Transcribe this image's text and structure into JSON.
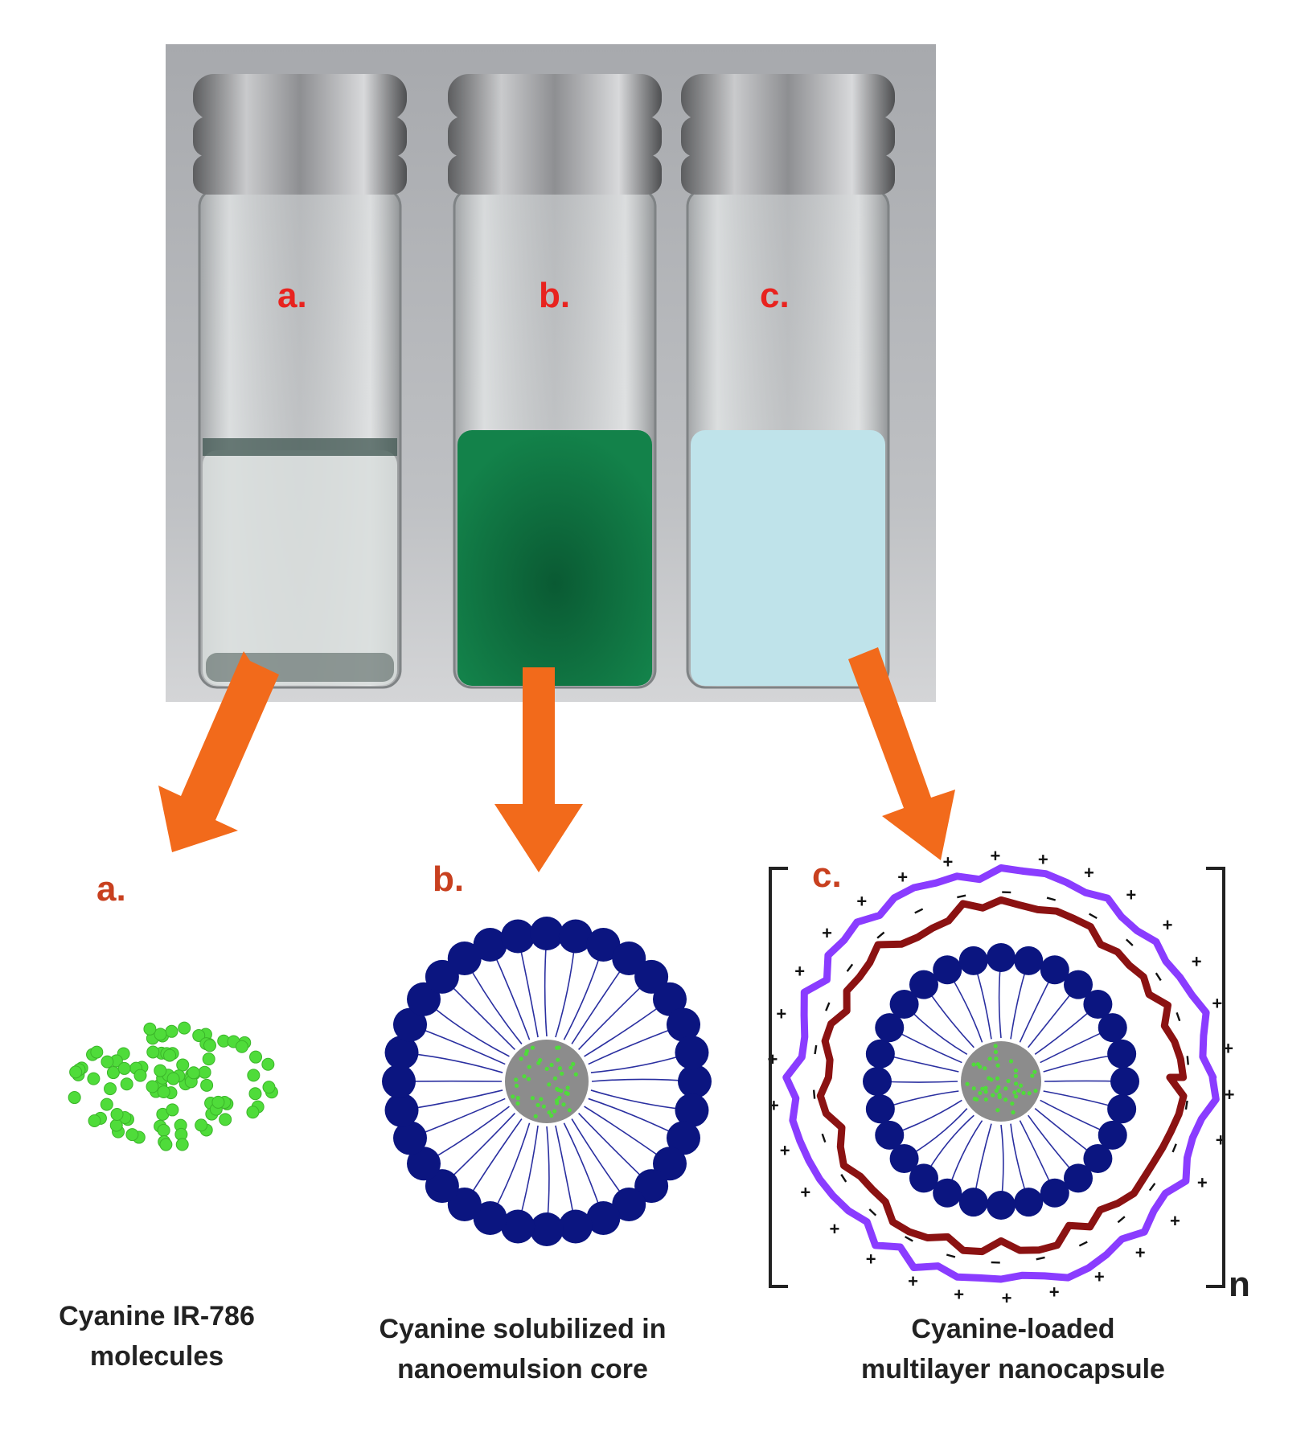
{
  "photo": {
    "vial_labels": [
      "a.",
      "b.",
      "c."
    ],
    "liquid_colors": {
      "a": "#d9dedd",
      "b": "#0f7a45",
      "c": "#bfe3ea"
    },
    "label_color": "#e8231f"
  },
  "arrows": {
    "color": "#f26a1b"
  },
  "panels": [
    {
      "label": "a.",
      "caption_lines": [
        "Cyanine IR-786",
        "molecules"
      ]
    },
    {
      "label": "b.",
      "caption_lines": [
        "Cyanine solubilized in",
        "nanoemulsion core"
      ]
    },
    {
      "label": "c.",
      "caption_lines": [
        "Cyanine-loaded",
        "multilayer nanocapsule"
      ]
    }
  ],
  "bracket_subscript": "n",
  "colors": {
    "panel_label": "#c8401f",
    "molecule": "#4fdc3a",
    "head_group": "#0b1580",
    "tail": "#2a2fa0",
    "core": "#8c8c8c",
    "inner_layer": "#8b1212",
    "outer_layer": "#8a3cff"
  },
  "charges": {
    "positive": "+",
    "negative": "−"
  }
}
